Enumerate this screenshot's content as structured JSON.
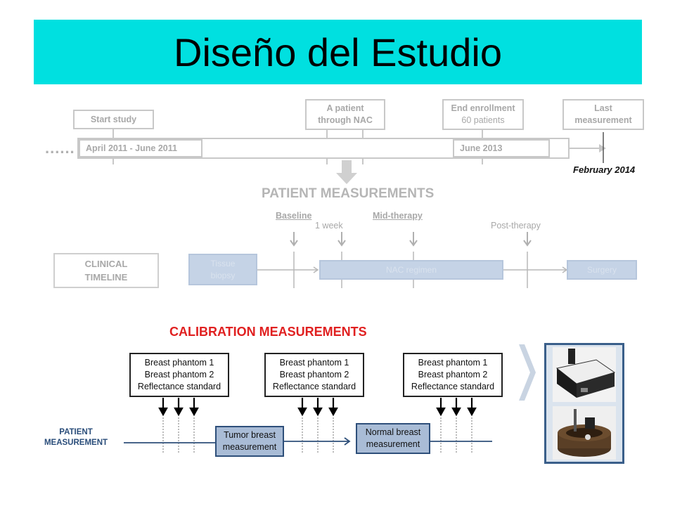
{
  "slide_title": "Diseño del Estudio",
  "study_timeline": {
    "dots": "......",
    "start": {
      "label": "Start study"
    },
    "patient": {
      "line1": "A patient",
      "line2": "through NAC"
    },
    "enrollment": {
      "line1": "End enrollment",
      "line2": "60 patients"
    },
    "last": {
      "line1": "Last",
      "line2": "measurement"
    },
    "period_start": "April 2011 - June 2011",
    "period_end": "June 2013",
    "final_date": "February 2014"
  },
  "patient_measurements": {
    "title": "PATIENT MEASUREMENTS",
    "baseline": "Baseline",
    "one_week": "1 week",
    "mid_therapy": "Mid-therapy",
    "post_therapy": "Post-therapy",
    "clinical_timeline": {
      "line1": "CLINICAL",
      "line2": "TIMELINE"
    },
    "tissue_biopsy": {
      "line1": "Tissue",
      "line2": "biopsy"
    },
    "nac_regimen": "NAC regimen",
    "surgery": "Surgery"
  },
  "calibration": {
    "title": "CALIBRATION MEASUREMENTS",
    "groups": [
      {
        "line1": "Breast phantom 1",
        "line2": "Breast phantom 2",
        "line3": "Reflectance standard"
      },
      {
        "line1": "Breast phantom 1",
        "line2": "Breast phantom 2",
        "line3": "Reflectance standard"
      },
      {
        "line1": "Breast phantom 1",
        "line2": "Breast phantom 2",
        "line3": "Reflectance standard"
      }
    ],
    "patient_label": {
      "line1": "PATIENT",
      "line2": "MEASUREMENT"
    },
    "tumor": {
      "line1": "Tumor breast",
      "line2": "measurement"
    },
    "normal": {
      "line1": "Normal breast",
      "line2": "measurement"
    }
  },
  "colors": {
    "title_bg": "#00e0e0",
    "calibration_title": "#e02020",
    "measurement_fill": "#a9bcd6",
    "faded_grey": "#c8c8c8"
  }
}
